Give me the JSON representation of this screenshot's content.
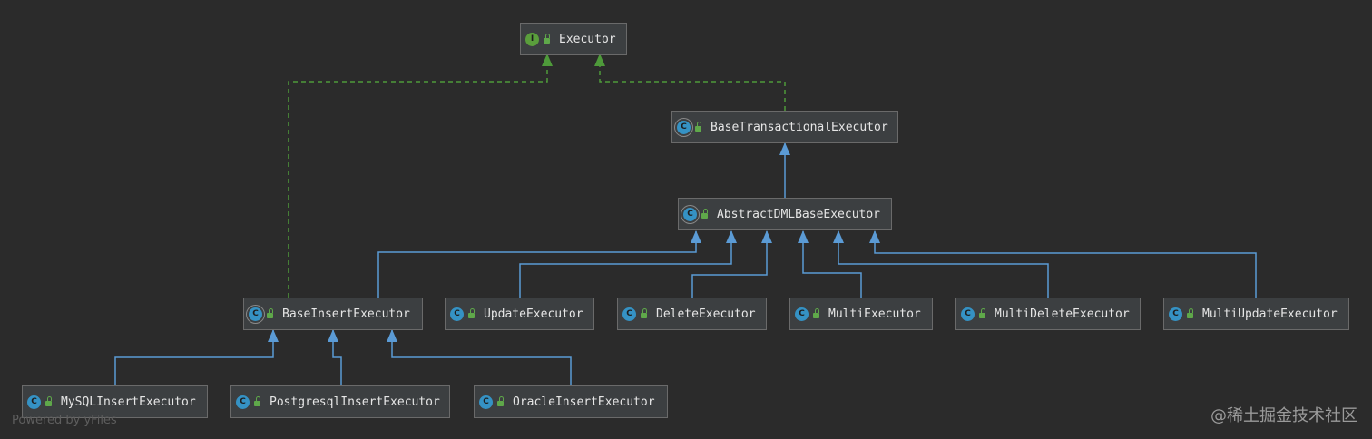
{
  "nodes": [
    {
      "id": "executor",
      "label": "Executor",
      "kind": "interface",
      "badge": "I"
    },
    {
      "id": "base_transactional",
      "label": "BaseTransactionalExecutor",
      "kind": "abstract",
      "badge": "C"
    },
    {
      "id": "abstract_dml",
      "label": "AbstractDMLBaseExecutor",
      "kind": "abstract",
      "badge": "C"
    },
    {
      "id": "base_insert",
      "label": "BaseInsertExecutor",
      "kind": "abstract",
      "badge": "C"
    },
    {
      "id": "update",
      "label": "UpdateExecutor",
      "kind": "class",
      "badge": "C"
    },
    {
      "id": "delete",
      "label": "DeleteExecutor",
      "kind": "class",
      "badge": "C"
    },
    {
      "id": "multi",
      "label": "MultiExecutor",
      "kind": "class",
      "badge": "C"
    },
    {
      "id": "multi_delete",
      "label": "MultiDeleteExecutor",
      "kind": "class",
      "badge": "C"
    },
    {
      "id": "multi_update",
      "label": "MultiUpdateExecutor",
      "kind": "class",
      "badge": "C"
    },
    {
      "id": "mysql_insert",
      "label": "MySQLInsertExecutor",
      "kind": "class",
      "badge": "C"
    },
    {
      "id": "postgresql_insert",
      "label": "PostgresqlInsertExecutor",
      "kind": "class",
      "badge": "C"
    },
    {
      "id": "oracle_insert",
      "label": "OracleInsertExecutor",
      "kind": "class",
      "badge": "C"
    }
  ],
  "edges": [
    {
      "from": "base_insert",
      "to": "executor",
      "type": "implements"
    },
    {
      "from": "base_transactional",
      "to": "executor",
      "type": "implements"
    },
    {
      "from": "abstract_dml",
      "to": "base_transactional",
      "type": "extends"
    },
    {
      "from": "base_insert",
      "to": "abstract_dml",
      "type": "extends"
    },
    {
      "from": "update",
      "to": "abstract_dml",
      "type": "extends"
    },
    {
      "from": "delete",
      "to": "abstract_dml",
      "type": "extends"
    },
    {
      "from": "multi",
      "to": "abstract_dml",
      "type": "extends"
    },
    {
      "from": "multi_delete",
      "to": "abstract_dml",
      "type": "extends"
    },
    {
      "from": "multi_update",
      "to": "abstract_dml",
      "type": "extends"
    },
    {
      "from": "mysql_insert",
      "to": "base_insert",
      "type": "extends"
    },
    {
      "from": "postgresql_insert",
      "to": "base_insert",
      "type": "extends"
    },
    {
      "from": "oracle_insert",
      "to": "base_insert",
      "type": "extends"
    }
  ],
  "colors": {
    "background": "#2b2b2b",
    "extends_edge": "#5b9bd5",
    "implements_edge": "#4e9a3a",
    "node_fill": "#3c3f41",
    "node_border": "#6a6a6a",
    "text": "#e6e6e6"
  },
  "footer": "Powered by yFiles",
  "watermark": "@稀土掘金技术社区"
}
